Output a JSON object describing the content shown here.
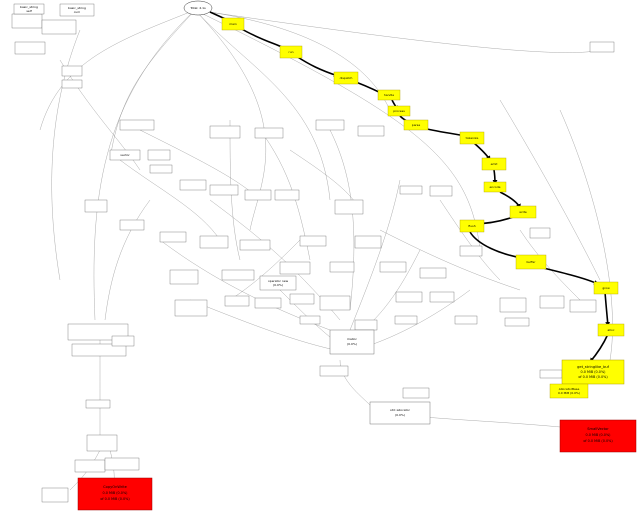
{
  "graph": {
    "root": {
      "label": "Total: 2.1s"
    },
    "nodes": {
      "n_top_a": {
        "lines": [
          "basic_string",
          "self",
          "(0.0%)"
        ]
      },
      "n_top_b": {
        "lines": [
          "basic_string",
          "cum",
          "(0.0%)"
        ]
      },
      "n_mid_left": {
        "lines": [
          "vector",
          "(0.0%)"
        ]
      },
      "n_mid_center": {
        "lines": [
          "operator new",
          "(0.0%)"
        ]
      },
      "n_center": {
        "lines": [
          "malloc",
          "(0.0%)"
        ]
      },
      "n_hot_big": {
        "lines": [
          "get_stringlike_buf",
          "0.0 MiB (0.0%)",
          "of 0.0 MiB (0.0%)"
        ]
      },
      "n_hot_small": {
        "lines": [
          "AllocatorBase",
          "0.0 MiB (0.0%)"
        ]
      },
      "n_bottom_center": {
        "lines": [
          "std::allocator",
          "(0.0%)"
        ]
      },
      "n_red_right": {
        "lines": [
          "SmallVector",
          "0.0 MiB (0.0%)",
          "of 0.0 MiB (0.0%)"
        ]
      },
      "n_red_left": {
        "lines": [
          "CopyOnWrite",
          "0.0 MiB (0.0%)",
          "of 0.0 MiB (0.0%)"
        ]
      }
    },
    "chain": [
      {
        "label": "main"
      },
      {
        "label": "run"
      },
      {
        "label": "dispatch"
      },
      {
        "label": "handle"
      },
      {
        "label": "process"
      },
      {
        "label": "parse"
      },
      {
        "label": "tokenize"
      },
      {
        "label": "emit"
      },
      {
        "label": "encode"
      },
      {
        "label": "write"
      },
      {
        "label": "flush"
      },
      {
        "label": "buffer"
      },
      {
        "label": "grow"
      },
      {
        "label": "alloc"
      }
    ],
    "colors": {
      "hot": "#ffff00",
      "hot_border": "#b0a000",
      "critical": "#ff0000",
      "normal": "#ffffff",
      "edge": "#000000"
    }
  }
}
